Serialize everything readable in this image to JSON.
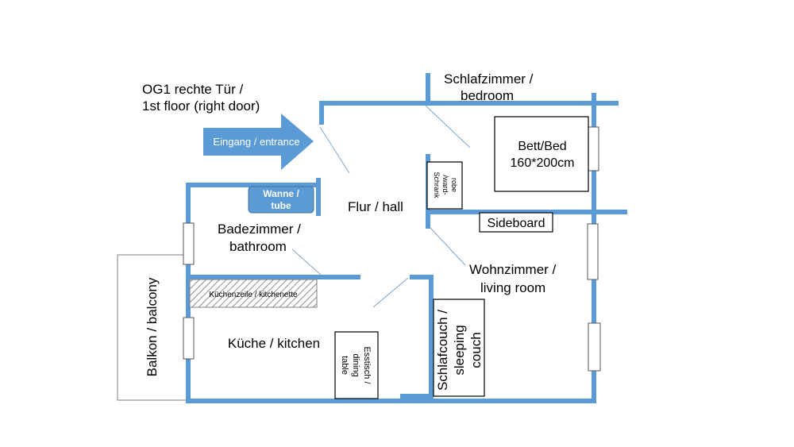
{
  "labels": {
    "floor_line1": "OG1 rechte Tür /",
    "floor_line2": "1st floor (right door)",
    "entrance": "Eingang / entrance",
    "bedroom_line1": "Schlafzimmer /",
    "bedroom_line2": "bedroom",
    "bed_line1": "Bett/Bed",
    "bed_line2": "160*200cm",
    "wardrobe_line1": "Schrank",
    "wardrobe_line2": "/ward-",
    "wardrobe_line3": "robe",
    "tub_line1": "Wanne /",
    "tub_line2": "tube",
    "hall": "Flur / hall",
    "sideboard": "Sideboard",
    "bathroom_line1": "Badezimmer /",
    "bathroom_line2": "bathroom",
    "living_line1": "Wohnzimmer /",
    "living_line2": "living room",
    "kitchenette": "Küchenzeile / kitchenette",
    "balcony": "Balkon / balcony",
    "kitchen": "Küche / kitchen",
    "dining_line1": "Esstisch /",
    "dining_line2": "dining",
    "dining_line3": "table",
    "couch_line1": "Schlafcouch /",
    "couch_line2": "sleeping",
    "couch_line3": "couch"
  },
  "colors": {
    "wall": "#5b9bd5",
    "entrance_arrow": "#5b9bd5",
    "tub": "#5b9bd5",
    "kitchenette_hatch": "#7f7f7f"
  }
}
